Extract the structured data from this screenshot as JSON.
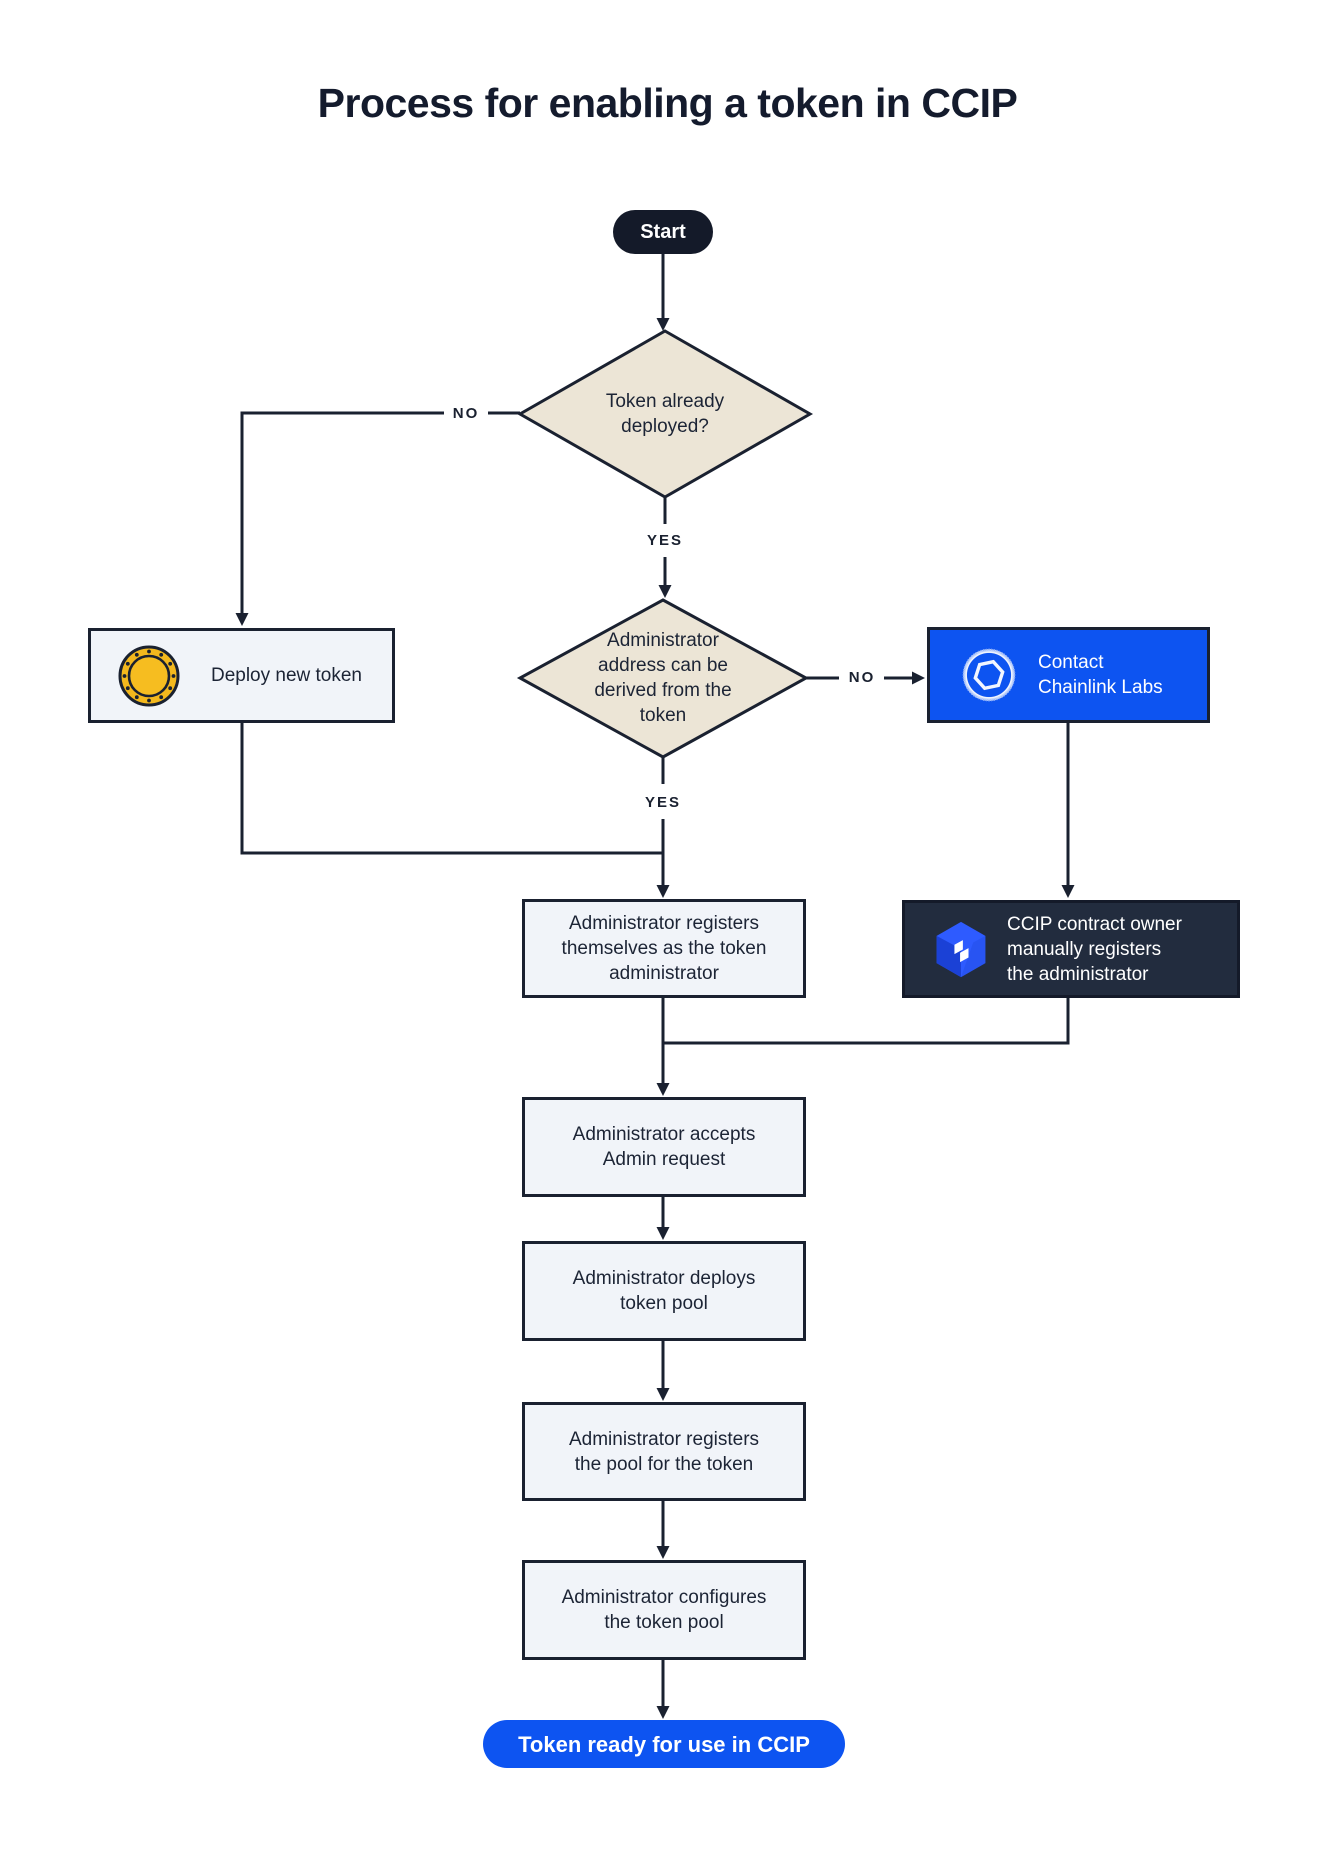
{
  "title": "Process for enabling a token in CCIP",
  "nodes": {
    "start": {
      "label": "Start"
    },
    "token_already_deployed": {
      "label": "Token already\ndeployed?"
    },
    "deploy_new_token": {
      "label": "Deploy new token",
      "icon": "coin-icon"
    },
    "admin_address_derivable": {
      "label": "Administrator\naddress can be\nderived from the\ntoken"
    },
    "contact_chainlink_labs": {
      "label": "Contact\nChainlink Labs",
      "icon": "chainlink-labs-icon"
    },
    "admin_registers_self": {
      "label": "Administrator registers\nthemselves as the token\nadministrator"
    },
    "ccip_owner_registers": {
      "label": "CCIP contract owner\nmanually registers\nthe administrator",
      "icon": "ccip-icon"
    },
    "admin_accepts_request": {
      "label": "Administrator accepts\nAdmin request"
    },
    "admin_deploys_pool": {
      "label": "Administrator deploys\ntoken pool"
    },
    "admin_registers_pool": {
      "label": "Administrator registers\nthe pool for the token"
    },
    "admin_configures_pool": {
      "label": "Administrator configures\nthe token pool"
    },
    "token_ready": {
      "label": "Token ready for use in CCIP"
    }
  },
  "edge_labels": {
    "token_deployed_no": "NO",
    "token_deployed_yes": "YES",
    "admin_derivable_no": "NO",
    "admin_derivable_yes": "YES"
  },
  "colors": {
    "accent_blue": "#0d54f1",
    "line_dark_navy": "#1a2130",
    "diamond_fill": "#ece5d6",
    "process_fill": "#f1f4f9",
    "dark_box_fill": "#222c3e",
    "coin_gold": "#f3b81d"
  }
}
